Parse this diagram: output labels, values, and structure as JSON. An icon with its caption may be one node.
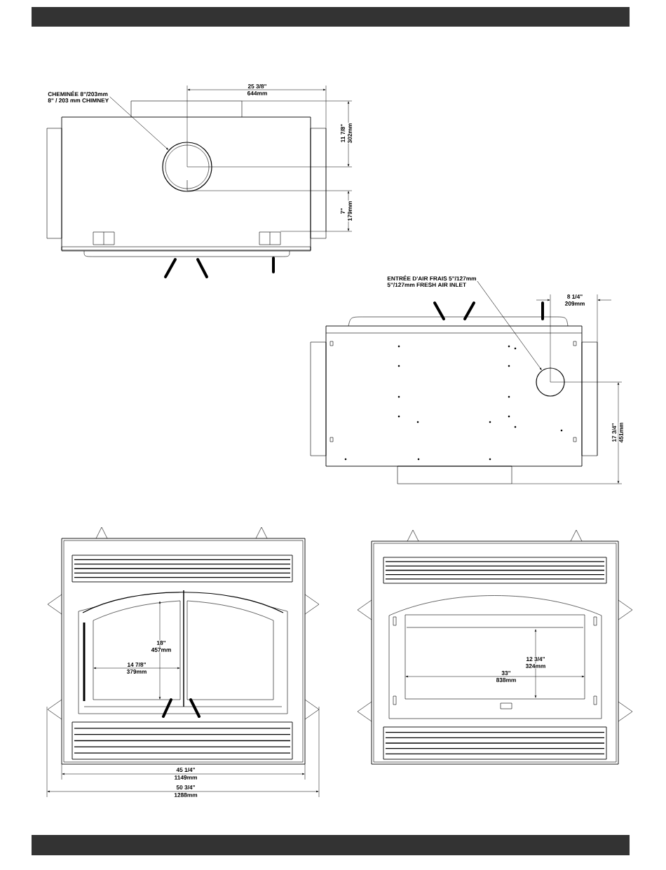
{
  "diagram": {
    "nodes": [
      {
        "text": [
          "CHEMINÉE 8\"/203mm",
          "8\" / 203 mm CHIMNEY"
        ]
      },
      {
        "text": [],
        "shape": "circle"
      },
      {
        "text": [
          "ENTRÉE D'AIR FRAIS 5\"/127mm",
          "5\"/127mm FRESH AIR INLET"
        ]
      },
      {
        "text": [],
        "shape": "circle"
      }
    ],
    "edges": [
      {
        "from": 0,
        "to": 1,
        "arrow": "to"
      },
      {
        "from": 2,
        "to": 3,
        "arrow": "to"
      }
    ],
    "labels": [
      "25 3/8\"",
      "644mm",
      "11 7/8\"",
      "302mm",
      "7\"",
      "179mm",
      "8 1/4\"",
      "209mm",
      "17 3/4\"",
      "451mm",
      "18\"",
      "457mm",
      "12 3/4\"",
      "14 7/8\"",
      "324mm",
      "379mm",
      "33\"",
      "838mm",
      "45 1/4\"",
      "1149mm",
      "50 3/4\"",
      "1288mm"
    ]
  }
}
